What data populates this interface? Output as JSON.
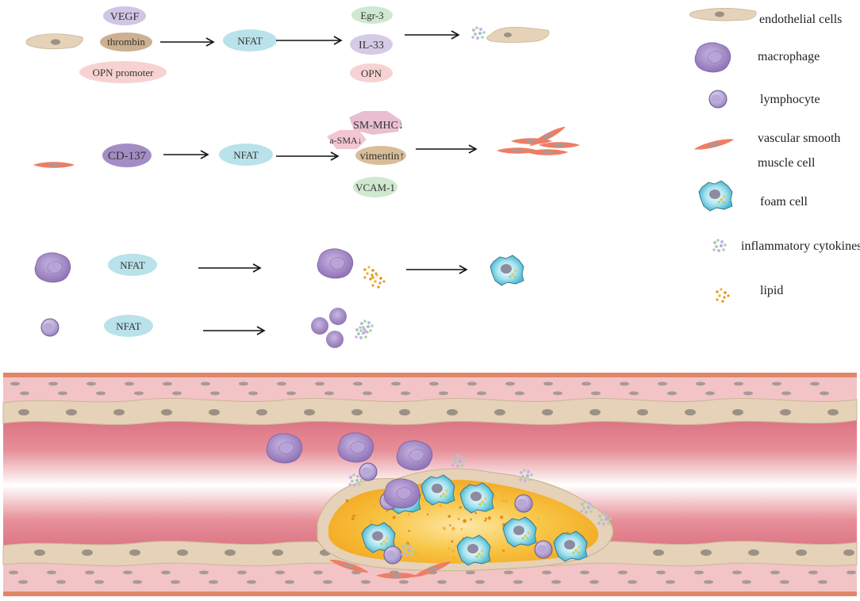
{
  "pathway_endothelial": {
    "inducers": [
      "VEGF",
      "thrombin",
      "OPN promoter"
    ],
    "mediator": "NFAT",
    "targets": [
      "Egr-3",
      "IL-33",
      "OPN"
    ]
  },
  "pathway_vsmc": {
    "inducer": "CD-137",
    "mediator": "NFAT",
    "targets": [
      "SM-MHC↓",
      "a-SMA↓",
      "vimentin↑",
      "VCAM-1"
    ]
  },
  "pathway_macrophage": {
    "mediator": "NFAT"
  },
  "pathway_lymphocyte": {
    "mediator": "NFAT"
  },
  "legend": {
    "items": [
      {
        "id": "endothelial",
        "lines": [
          "endothelial cells"
        ]
      },
      {
        "id": "macrophage",
        "lines": [
          "macrophage"
        ]
      },
      {
        "id": "lymphocyte",
        "lines": [
          "lymphocyte"
        ]
      },
      {
        "id": "vsmc",
        "lines": [
          "vascular smooth",
          "muscle cell"
        ]
      },
      {
        "id": "foam",
        "lines": [
          "foam cell"
        ]
      },
      {
        "id": "cytokines",
        "lines": [
          "inflammatory cytokines"
        ]
      },
      {
        "id": "lipid",
        "lines": [
          "lipid"
        ]
      }
    ]
  },
  "colors": {
    "endothelial": "#e8d6bf",
    "nucleus": "#9c9185",
    "macrophage": "#a48cc4",
    "lymphocyte": "#b9a8d6",
    "vsmc": "#ee7a63",
    "nfat": "#b9e2ea",
    "plaque": "#f6b32b",
    "vessel_wall": "#f2c4c6",
    "lumen": "#e27f8c"
  }
}
